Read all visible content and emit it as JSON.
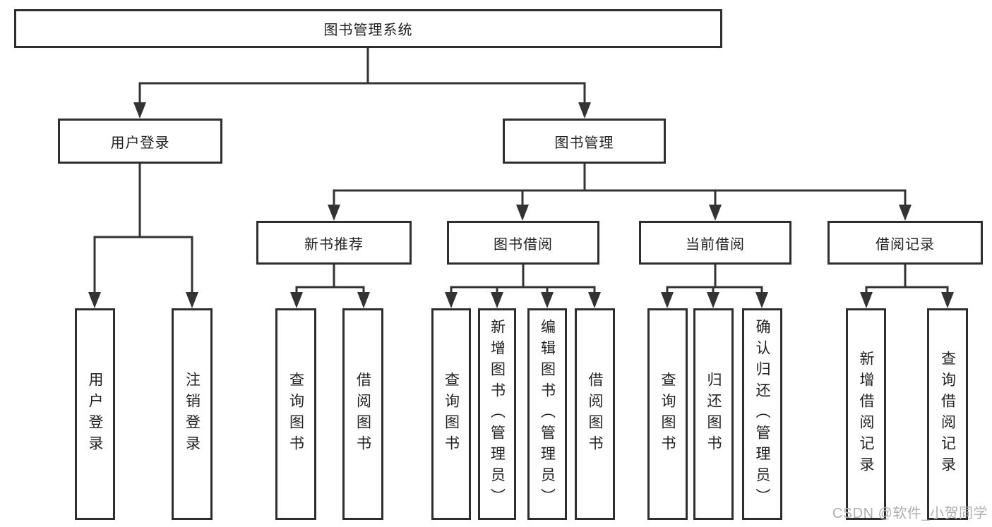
{
  "chart": {
    "root": "图书管理系统",
    "user_branch": {
      "label": "用户登录",
      "children": [
        "用户登录",
        "注销登录"
      ]
    },
    "book_branch": {
      "label": "图书管理",
      "sections": [
        {
          "label": "新书推荐",
          "children": [
            "查询图书",
            "借阅图书"
          ]
        },
        {
          "label": "图书借阅",
          "children": [
            "查询图书",
            "新增图书（管理员）",
            "编辑图书（管理员）",
            "借阅图书"
          ]
        },
        {
          "label": "当前借阅",
          "children": [
            "查询图书",
            "归还图书",
            "确认归还（管理员）"
          ]
        },
        {
          "label": "借阅记录",
          "children": [
            "新增借阅记录",
            "查询借阅记录"
          ]
        }
      ]
    }
  },
  "watermark": "CSDN @软件_小贺同学",
  "colors": {
    "line": "#333333",
    "border": "#2e2e2e",
    "text": "#222222",
    "watermark": "#b0b0b0"
  }
}
